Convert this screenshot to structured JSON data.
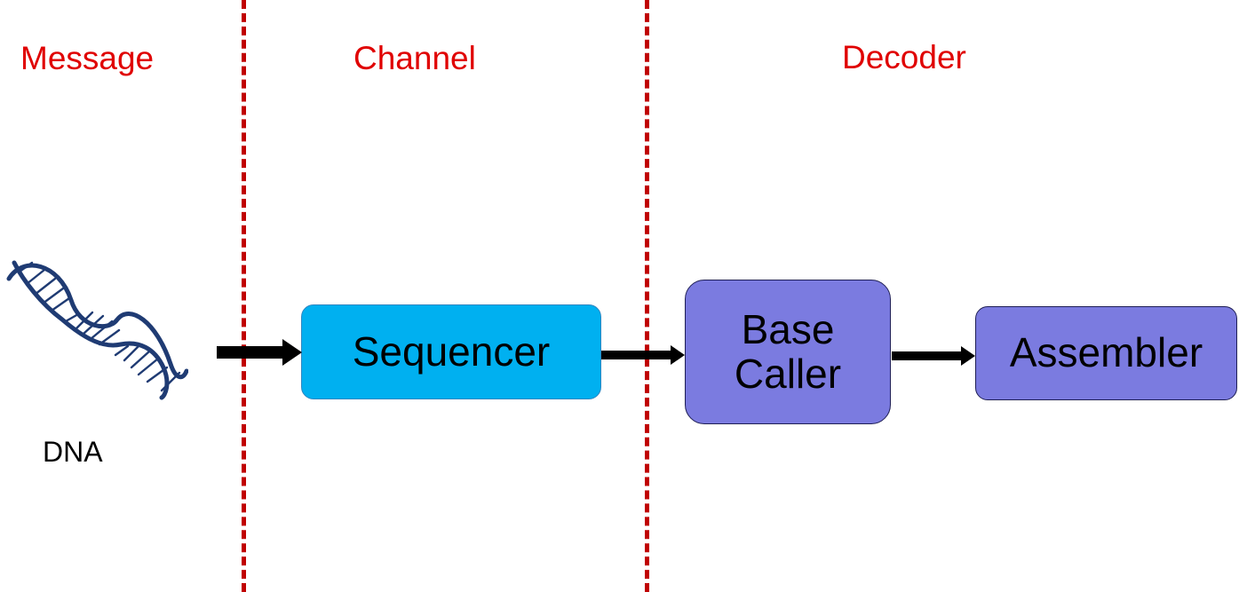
{
  "colors": {
    "section_label": "#e00000",
    "divider": "#c00000",
    "sequencer_fill": "#00b0f0",
    "decoder_fill": "#7b7be0",
    "arrow": "#000000",
    "dna_strand": "#1f3b73"
  },
  "sections": {
    "message": "Message",
    "channel": "Channel",
    "decoder": "Decoder"
  },
  "dna": {
    "label": "DNA",
    "icon": "dna-helix-icon"
  },
  "blocks": {
    "sequencer": "Sequencer",
    "base_caller": "Base\nCaller",
    "assembler": "Assembler"
  }
}
